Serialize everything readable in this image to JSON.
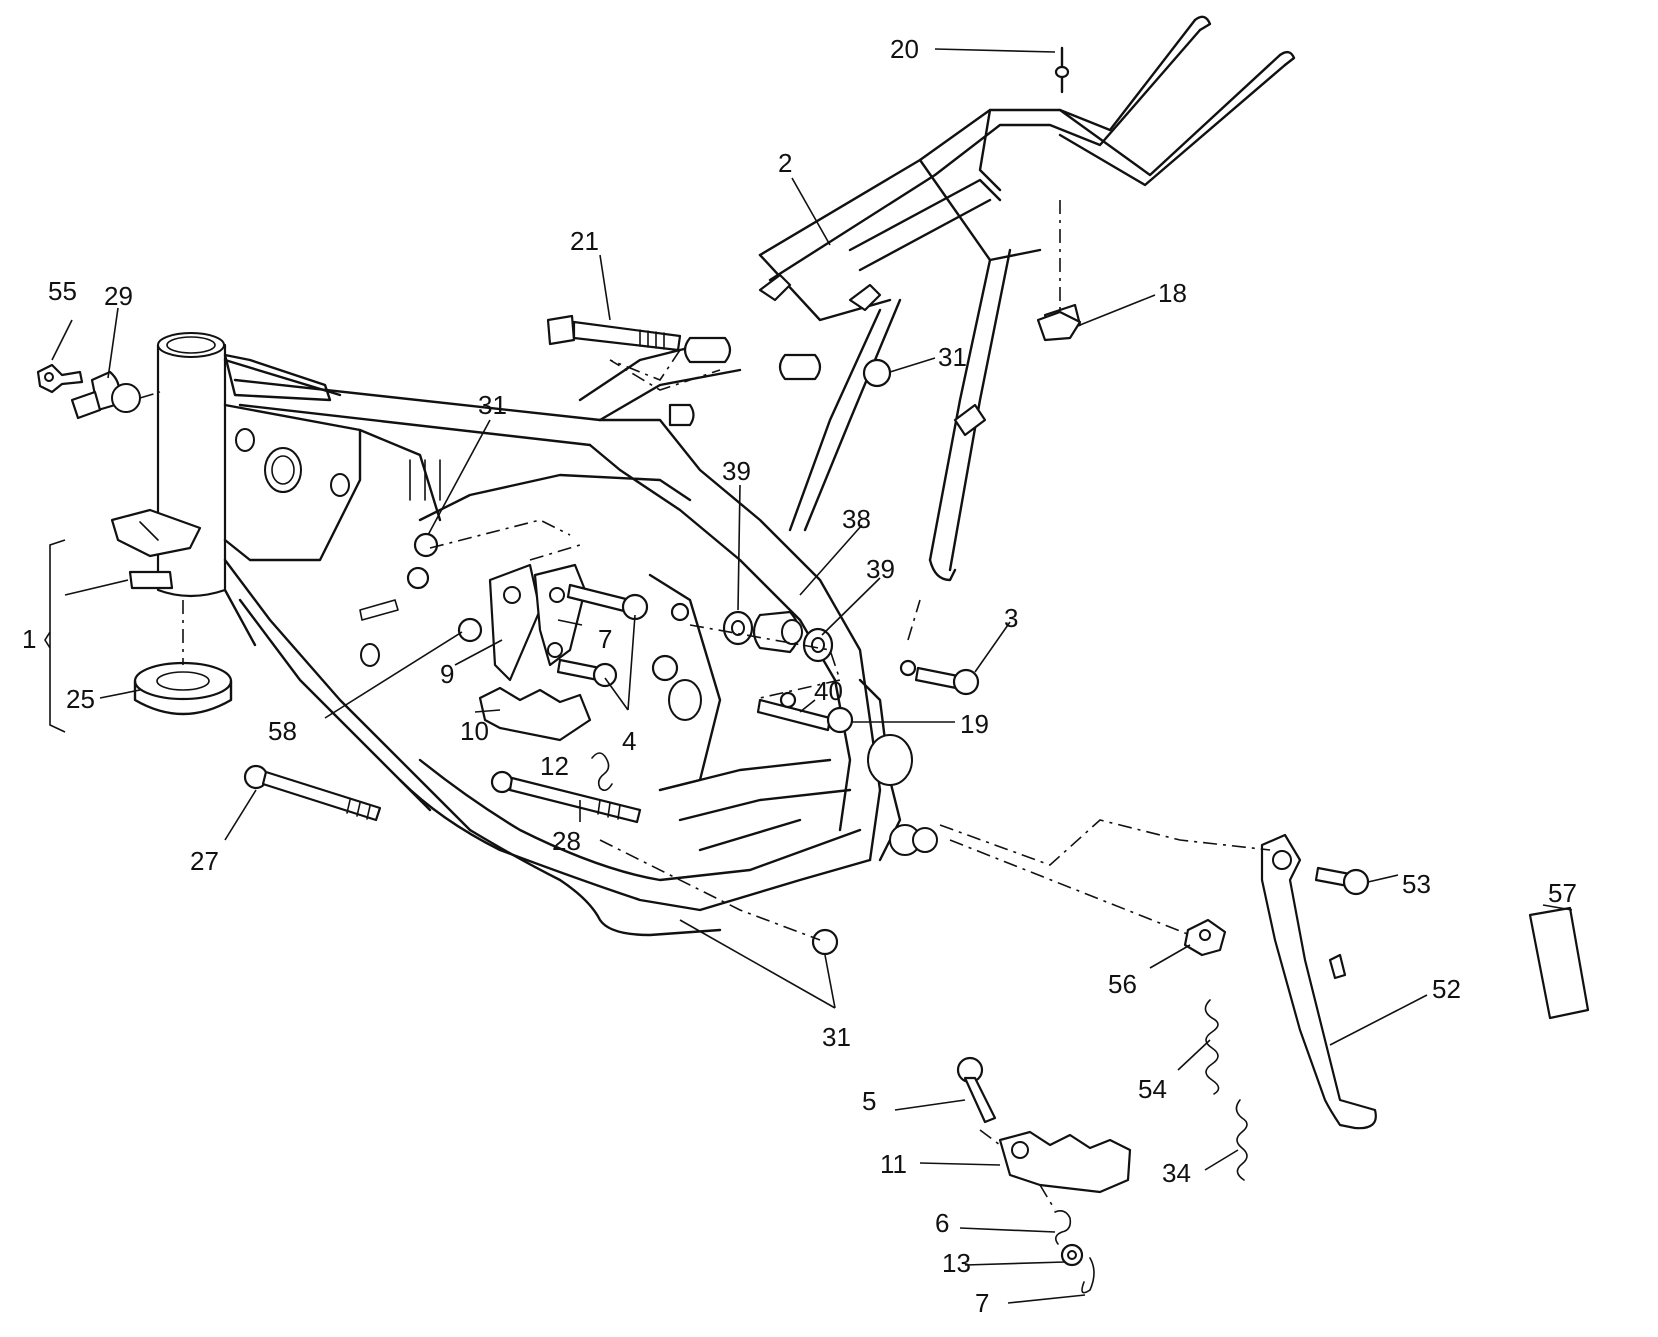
{
  "diagram": {
    "callouts": [
      {
        "id": "c1",
        "text": "1"
      },
      {
        "id": "c2",
        "text": "2"
      },
      {
        "id": "c3",
        "text": "3"
      },
      {
        "id": "c4",
        "text": "4"
      },
      {
        "id": "c5",
        "text": "5"
      },
      {
        "id": "c6",
        "text": "6"
      },
      {
        "id": "c7a",
        "text": "7"
      },
      {
        "id": "c7b",
        "text": "7"
      },
      {
        "id": "c9",
        "text": "9"
      },
      {
        "id": "c10",
        "text": "10"
      },
      {
        "id": "c11",
        "text": "11"
      },
      {
        "id": "c12",
        "text": "12"
      },
      {
        "id": "c13",
        "text": "13"
      },
      {
        "id": "c18",
        "text": "18"
      },
      {
        "id": "c19",
        "text": "19"
      },
      {
        "id": "c20",
        "text": "20"
      },
      {
        "id": "c21",
        "text": "21"
      },
      {
        "id": "c25",
        "text": "25"
      },
      {
        "id": "c27",
        "text": "27"
      },
      {
        "id": "c28",
        "text": "28"
      },
      {
        "id": "c29",
        "text": "29"
      },
      {
        "id": "c31a",
        "text": "31"
      },
      {
        "id": "c31b",
        "text": "31"
      },
      {
        "id": "c31c",
        "text": "31"
      },
      {
        "id": "c34",
        "text": "34"
      },
      {
        "id": "c38",
        "text": "38"
      },
      {
        "id": "c39a",
        "text": "39"
      },
      {
        "id": "c39b",
        "text": "39"
      },
      {
        "id": "c40",
        "text": "40"
      },
      {
        "id": "c52",
        "text": "52"
      },
      {
        "id": "c53",
        "text": "53"
      },
      {
        "id": "c54",
        "text": "54"
      },
      {
        "id": "c55",
        "text": "55"
      },
      {
        "id": "c56",
        "text": "56"
      },
      {
        "id": "c57",
        "text": "57"
      },
      {
        "id": "c58",
        "text": "58"
      }
    ]
  }
}
